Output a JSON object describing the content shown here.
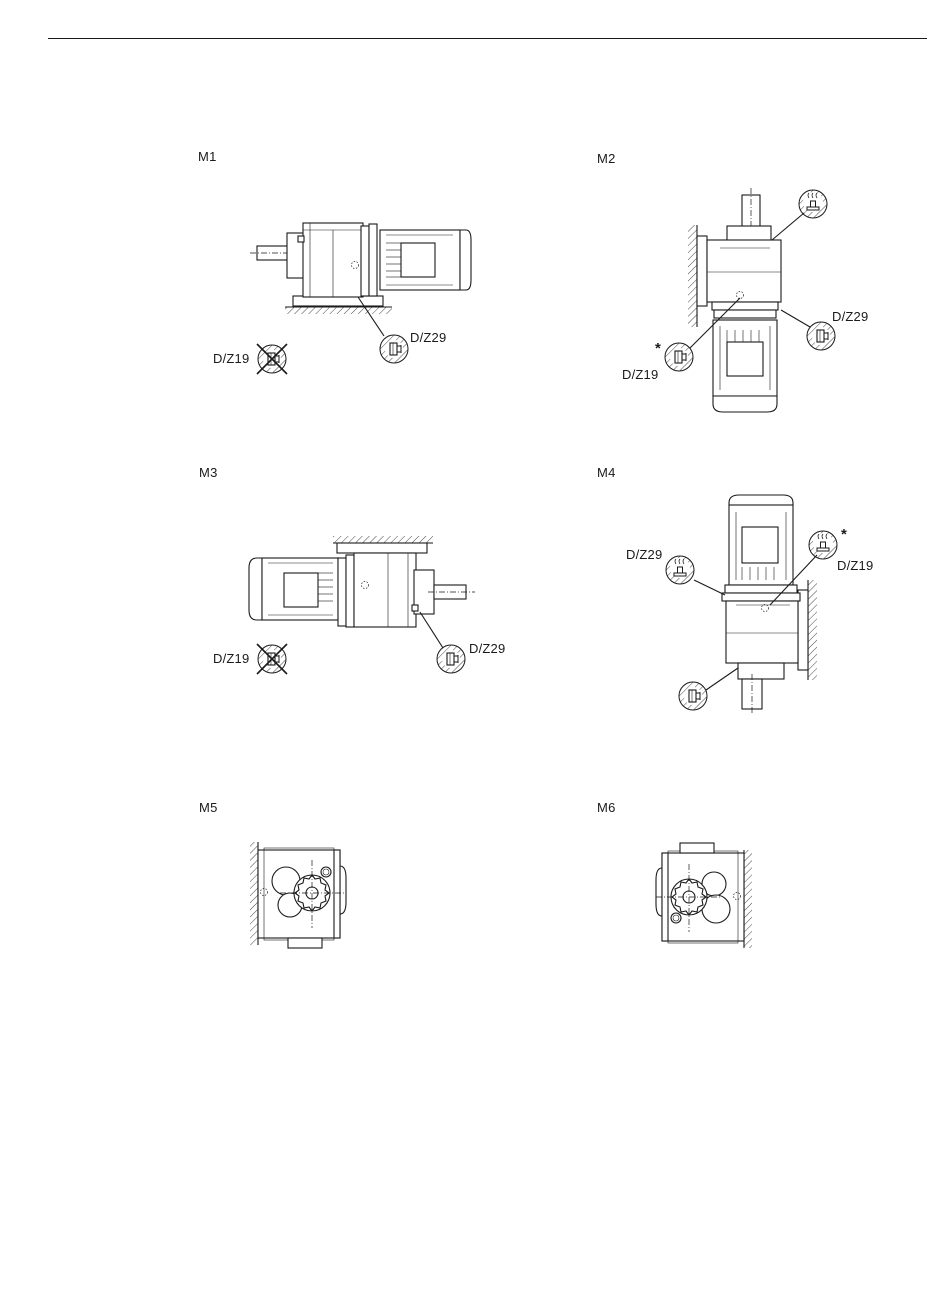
{
  "positions": [
    {
      "id": "M1",
      "label": "M1"
    },
    {
      "id": "M2",
      "label": "M2"
    },
    {
      "id": "M3",
      "label": "M3"
    },
    {
      "id": "M4",
      "label": "M4"
    },
    {
      "id": "M5",
      "label": "M5"
    },
    {
      "id": "M6",
      "label": "M6"
    }
  ],
  "callouts": {
    "m1_breather": "D/Z19",
    "m1_drain": "D/Z29",
    "m2_drain": "D/Z29",
    "m2_breather": "D/Z19",
    "m2_star": "*",
    "m3_breather": "D/Z19",
    "m3_drain": "D/Z29",
    "m4_drain": "D/Z29",
    "m4_breather": "D/Z19",
    "m4_star": "*"
  },
  "icons": {
    "vent_plug": "vent-plug-symbol",
    "screw_plug": "screw-plug-symbol",
    "not_used": "crossed-plug-symbol",
    "wall": "hatched-mounting-surface"
  }
}
